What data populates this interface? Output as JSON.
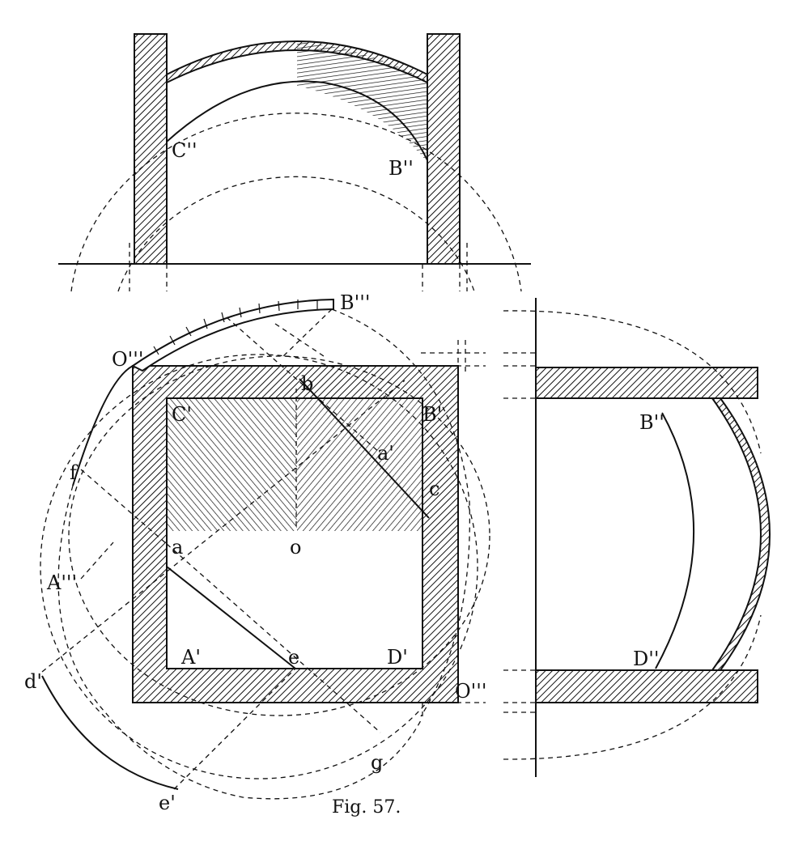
{
  "caption": "Fig. 57.",
  "labels": {
    "C2": "C''",
    "B2_top": "B''",
    "B3": "B'''",
    "O3_left": "O'''",
    "b": "b",
    "C1": "C'",
    "B1": "B'",
    "a1": "a'",
    "f": "f",
    "c": "c",
    "a": "a",
    "o": "o",
    "A3": "A'''",
    "A1": "A'",
    "e": "e",
    "D1": "D'",
    "O3_right": "O'''",
    "d1": "d'",
    "g": "g",
    "e1": "e'",
    "B2_side": "B''",
    "D2": "D''"
  }
}
